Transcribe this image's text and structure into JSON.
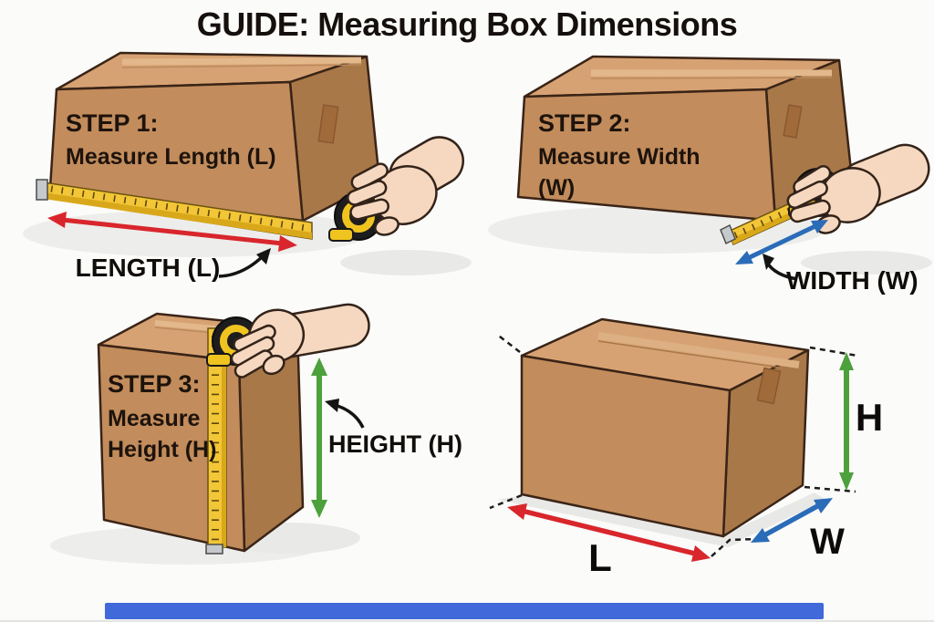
{
  "title": "GUIDE: Measuring Box Dimensions",
  "steps": [
    {
      "step_label": "STEP 1:",
      "instruction": "Measure Length (L)",
      "dimension_label": "LENGTH (L)"
    },
    {
      "step_label": "STEP 2:",
      "instruction": "Measure Width (W)",
      "dimension_label": "WIDTH (W)"
    },
    {
      "step_label": "STEP 3:",
      "instruction": "Measure Height (H)",
      "dimension_label": "HEIGHT (H)"
    }
  ],
  "summary": {
    "length": "L",
    "width": "W",
    "height": "H"
  },
  "colors": {
    "page_bg": "#fbfbf9",
    "box_top": "#d7a273",
    "box_front": "#c28c5c",
    "box_side": "#a87848",
    "tape_yellow": "#f2c636",
    "arrow_red": "#d8262c",
    "arrow_blue": "#2a6cb8",
    "arrow_green": "#4da13c",
    "skin": "#f5d8bf",
    "progress_blue": "#4169d9"
  }
}
